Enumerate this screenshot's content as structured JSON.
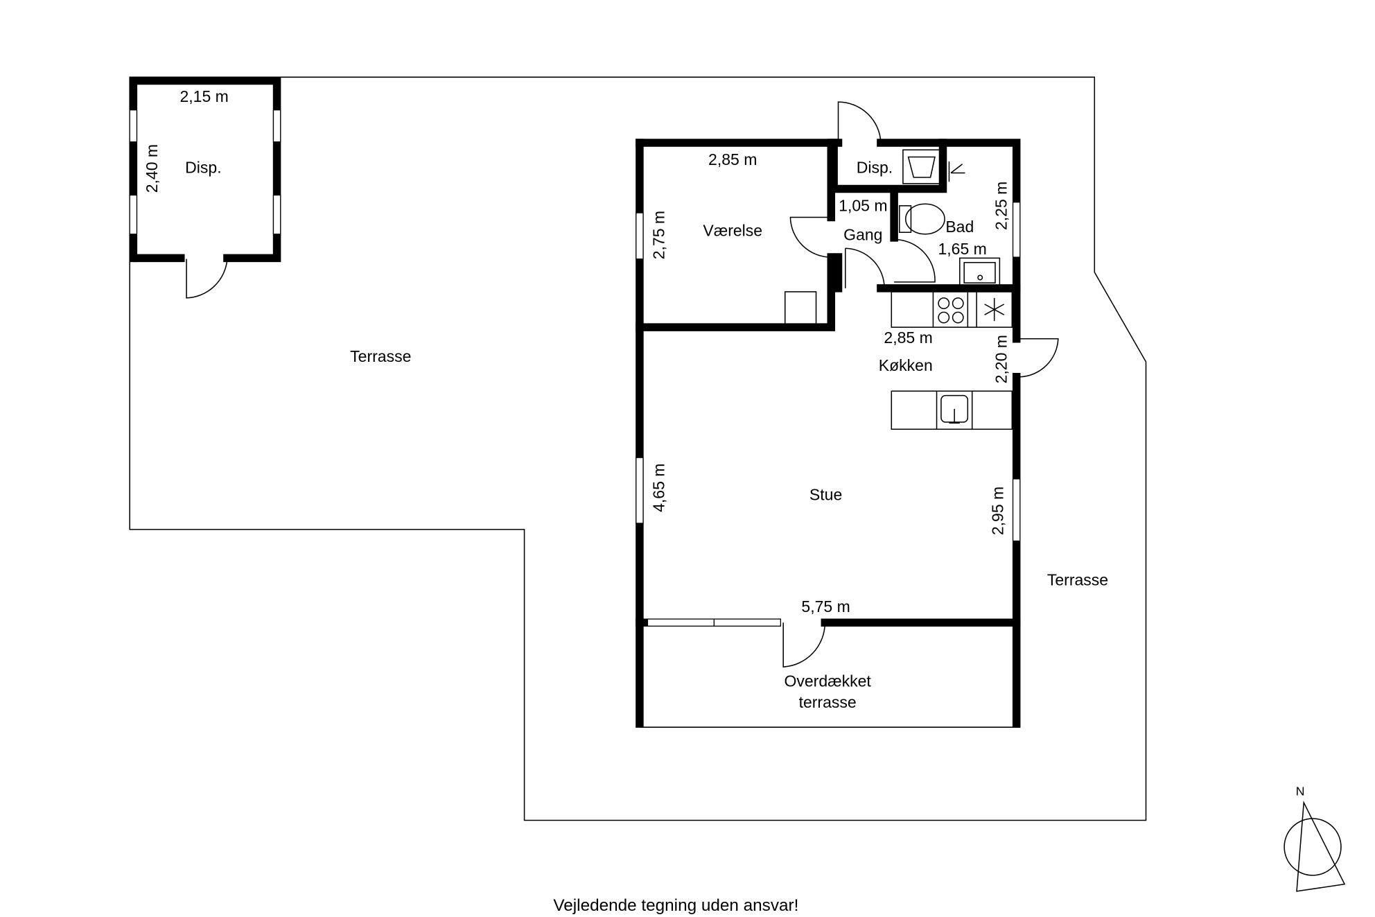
{
  "rooms": {
    "shed": {
      "name": "Disp.",
      "width": "2,15 m",
      "depth": "2,40 m"
    },
    "vaerelse": {
      "name": "Værelse",
      "width": "2,85 m",
      "depth": "2,75 m"
    },
    "disp": {
      "name": "Disp."
    },
    "gang": {
      "name": "Gang",
      "width": "1,05 m"
    },
    "bad": {
      "name": "Bad",
      "width": "1,65 m",
      "depth": "2,25 m"
    },
    "kokken": {
      "name": "Køkken",
      "width": "2,85 m",
      "depth": "2,20 m"
    },
    "stue": {
      "name": "Stue",
      "width": "5,75 m",
      "depth_left": "4,65 m",
      "depth_right": "2,95 m"
    },
    "overdaekket": {
      "line1": "Overdækket",
      "line2": "terrasse"
    },
    "terrasse_west": {
      "name": "Terrasse"
    },
    "terrasse_east": {
      "name": "Terrasse"
    }
  },
  "compass": {
    "label": "N"
  },
  "footer": {
    "disclaimer": "Vejledende tegning uden ansvar!"
  }
}
